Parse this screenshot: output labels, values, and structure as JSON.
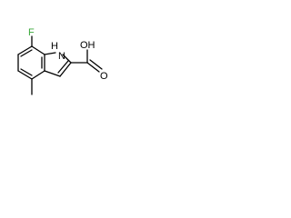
{
  "molecule": {
    "atoms": {
      "fluorine": "F",
      "nh": "H",
      "n": "N",
      "oh": "OH",
      "o": "O"
    },
    "colors": {
      "bond": "#000000",
      "fluorine": "#3daa3d",
      "heteroatom": "#000000"
    }
  }
}
